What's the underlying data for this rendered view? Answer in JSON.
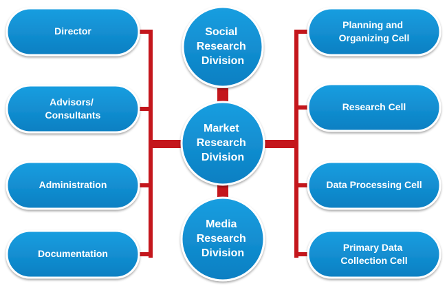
{
  "colors": {
    "node_fill": "#0f8fd2",
    "node_fill_dark": "#0b73b3",
    "node_border": "#ffffff",
    "connector": "#c4161c",
    "text": "#ffffff"
  },
  "left_nodes": [
    {
      "lines": [
        "Director"
      ]
    },
    {
      "lines": [
        "Advisors/",
        "Consultants"
      ]
    },
    {
      "lines": [
        "Administration"
      ]
    },
    {
      "lines": [
        "Documentation"
      ]
    }
  ],
  "right_nodes": [
    {
      "lines": [
        "Planning and",
        "Organizing Cell"
      ]
    },
    {
      "lines": [
        "Research Cell"
      ]
    },
    {
      "lines": [
        "Data Processing Cell"
      ]
    },
    {
      "lines": [
        "Primary Data",
        "Collection Cell"
      ]
    }
  ],
  "center_nodes": {
    "top": {
      "lines": [
        "Social",
        "Research",
        "Division"
      ]
    },
    "middle": {
      "lines": [
        "Market",
        "Research",
        "Division"
      ]
    },
    "bottom": {
      "lines": [
        "Media",
        "Research",
        "Division"
      ]
    }
  }
}
